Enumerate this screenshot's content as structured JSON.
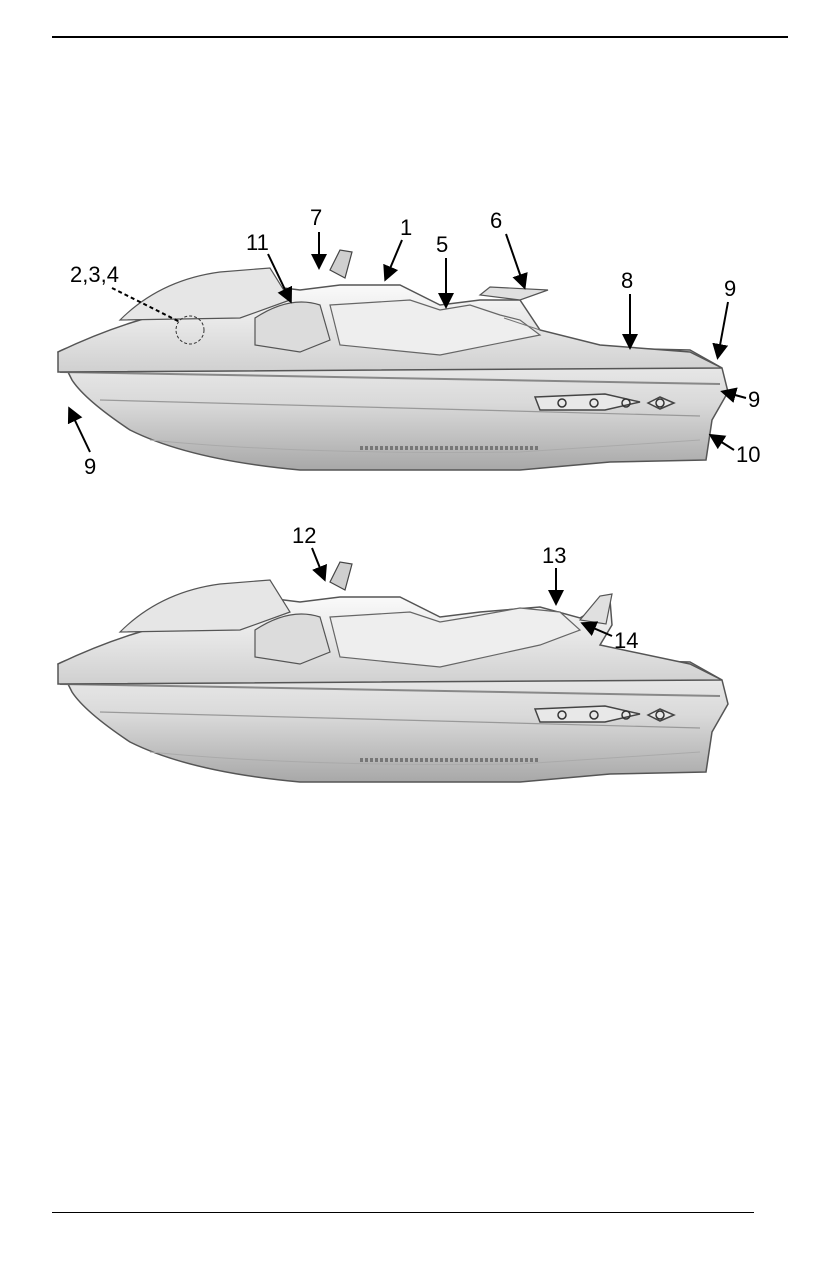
{
  "figure_top": {
    "callouts": [
      "1",
      "2,3,4",
      "5",
      "6",
      "7",
      "8",
      "9",
      "9",
      "9",
      "10",
      "11"
    ]
  },
  "figure_bottom": {
    "callouts": [
      "12",
      "13",
      "14"
    ]
  }
}
